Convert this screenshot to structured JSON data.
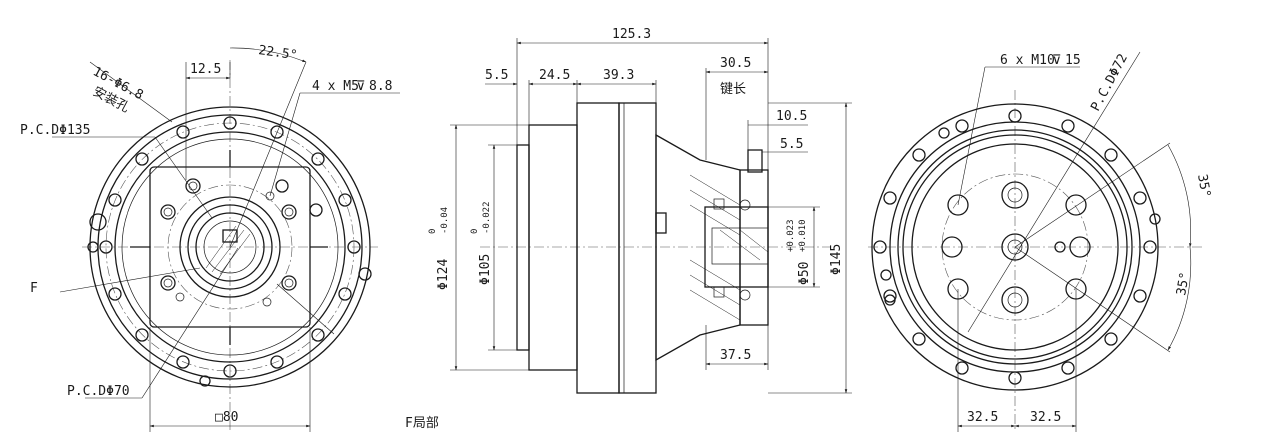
{
  "front_view": {
    "mount_holes": "16-Φ6.8",
    "mount_holes_note": "安装孔",
    "pcd_outer": "P.C.DΦ135",
    "pcd_inner": "P.C.DΦ70",
    "dim_12_5": "12.5",
    "angle": "22.5°",
    "thread": "4 x M5",
    "thread_depth": "8.8",
    "label_f": "F",
    "square": "□80",
    "detail_label": "F局部"
  },
  "side_view": {
    "overall_length": "125.3",
    "dim_5_5": "5.5",
    "dim_24_5": "24.5",
    "dim_39_3": "39.3",
    "dim_30_5": "30.5",
    "key_length": "键长",
    "dim_10_5": "10.5",
    "dim_5_5b": "5.5",
    "dim_37_5": "37.5",
    "dia_124": "Φ124",
    "dia_124_tol_upper": "0",
    "dia_124_tol_lower": "-0.04",
    "dia_105": "Φ105",
    "dia_105_tol_upper": "0",
    "dia_105_tol_lower": "-0.022",
    "dia_50": "Φ50",
    "dia_50_tol_upper": "+0.023",
    "dia_50_tol_lower": "+0.010",
    "dia_145": "Φ145"
  },
  "rear_view": {
    "thread": "6 x M10",
    "thread_depth": "15",
    "pcd": "P.C.DΦ72",
    "angle_top": "35°",
    "angle_bottom": "35°",
    "dim_left": "32.5",
    "dim_right": "32.5"
  }
}
